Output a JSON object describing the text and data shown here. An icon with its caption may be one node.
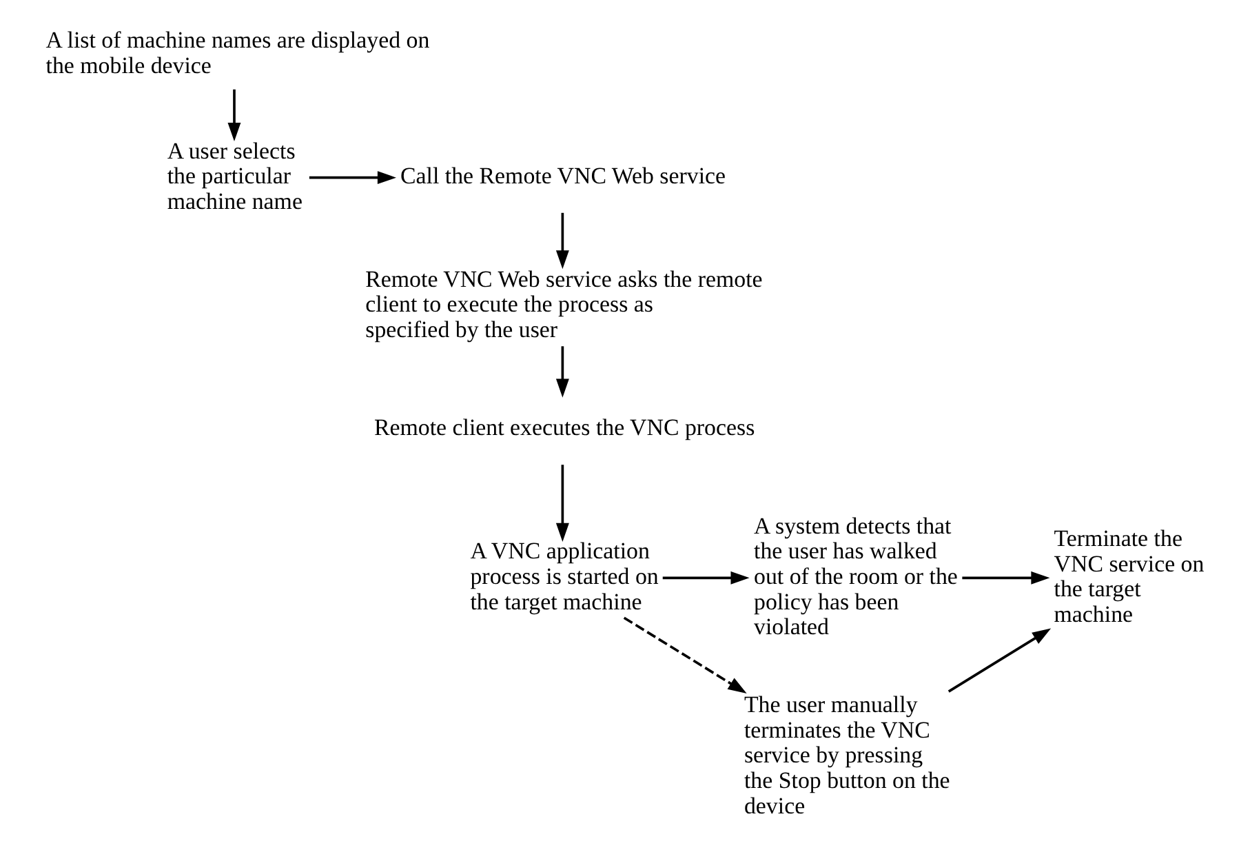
{
  "diagram": {
    "nodes": [
      {
        "text": [
          "A list of machine names are displayed on the mobile device"
        ]
      },
      {
        "text": [
          "A user selects the particular machine name"
        ]
      },
      {
        "text": [
          "Call the Remote VNC Web service"
        ]
      },
      {
        "text": [
          "Remote VNC Web service asks the remote client to execute the process as specified by the user"
        ]
      },
      {
        "text": [
          "Remote client executes the VNC process"
        ]
      },
      {
        "text": [
          "A VNC application process is started on the target machine"
        ]
      },
      {
        "text": [
          "A system detects that the user has walked out of the room or the policy has been violated"
        ]
      },
      {
        "text": [
          "The user manually terminates the VNC service by pressing the Stop button on the device"
        ]
      },
      {
        "text": [
          "Terminate the VNC service on the target machine"
        ]
      }
    ],
    "edges": [
      {
        "from": 0,
        "to": 1,
        "arrow": "to"
      },
      {
        "from": 1,
        "to": 2,
        "arrow": "to"
      },
      {
        "from": 2,
        "to": 3,
        "arrow": "to"
      },
      {
        "from": 3,
        "to": 4,
        "arrow": "to"
      },
      {
        "from": 4,
        "to": 5,
        "arrow": "to"
      },
      {
        "from": 5,
        "to": 6,
        "arrow": "to"
      },
      {
        "from": 5,
        "to": 7,
        "arrow": "to",
        "style": "dashed"
      },
      {
        "from": 6,
        "to": 8,
        "arrow": "to"
      },
      {
        "from": 7,
        "to": 8,
        "arrow": "to"
      }
    ]
  }
}
